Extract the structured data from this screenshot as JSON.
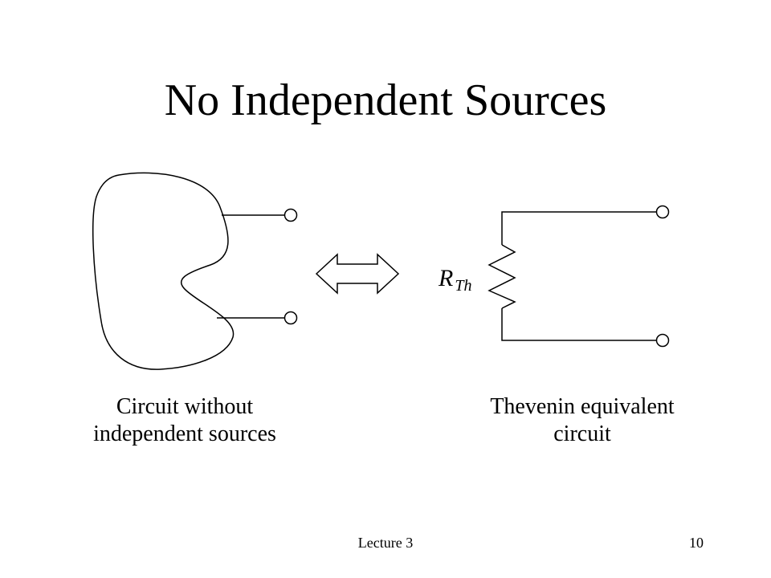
{
  "slide": {
    "title": "No Independent Sources"
  },
  "left_caption": {
    "line1": "Circuit without",
    "line2": "independent sources"
  },
  "right_caption": {
    "line1": "Thevenin equivalent",
    "line2": "circuit"
  },
  "resistor": {
    "symbol": "R",
    "subscript": "Th"
  },
  "footer": {
    "lecture": "Lecture 3",
    "page_number": "10"
  },
  "icons": {
    "arrow": "double-headed-arrow-icon",
    "blob": "circuit-blob-icon",
    "resistor": "resistor-zigzag-icon",
    "terminal": "open-terminal-icon"
  }
}
